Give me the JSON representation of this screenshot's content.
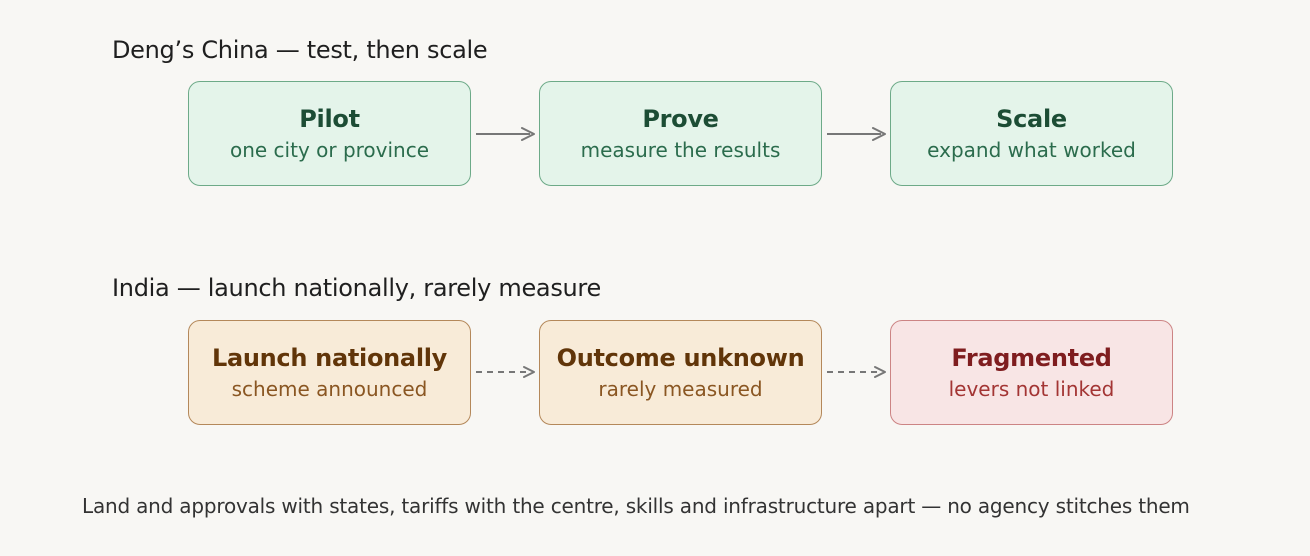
{
  "china": {
    "heading": "Deng’s China — test, then scale",
    "steps": [
      {
        "title": "Pilot",
        "sub": "one city or province"
      },
      {
        "title": "Prove",
        "sub": "measure the results"
      },
      {
        "title": "Scale",
        "sub": "expand what worked"
      }
    ]
  },
  "india": {
    "heading": "India — launch nationally, rarely measure",
    "steps": [
      {
        "title": "Launch nationally",
        "sub": "scheme announced"
      },
      {
        "title": "Outcome unknown",
        "sub": "rarely measured"
      },
      {
        "title": "Fragmented",
        "sub": "levers not linked"
      }
    ]
  },
  "footnote": "Land and approvals with states, tariffs with the centre, skills and infrastructure apart — no agency stitches them",
  "colors": {
    "background": "#f8f7f4",
    "green_fill": "#e4f4ea",
    "green_border": "#6daa88",
    "amber_fill": "#f8ebd8",
    "amber_border": "#b4885a",
    "red_fill": "#f8e5e5",
    "red_border": "#cc8484",
    "arrow": "#777777"
  }
}
